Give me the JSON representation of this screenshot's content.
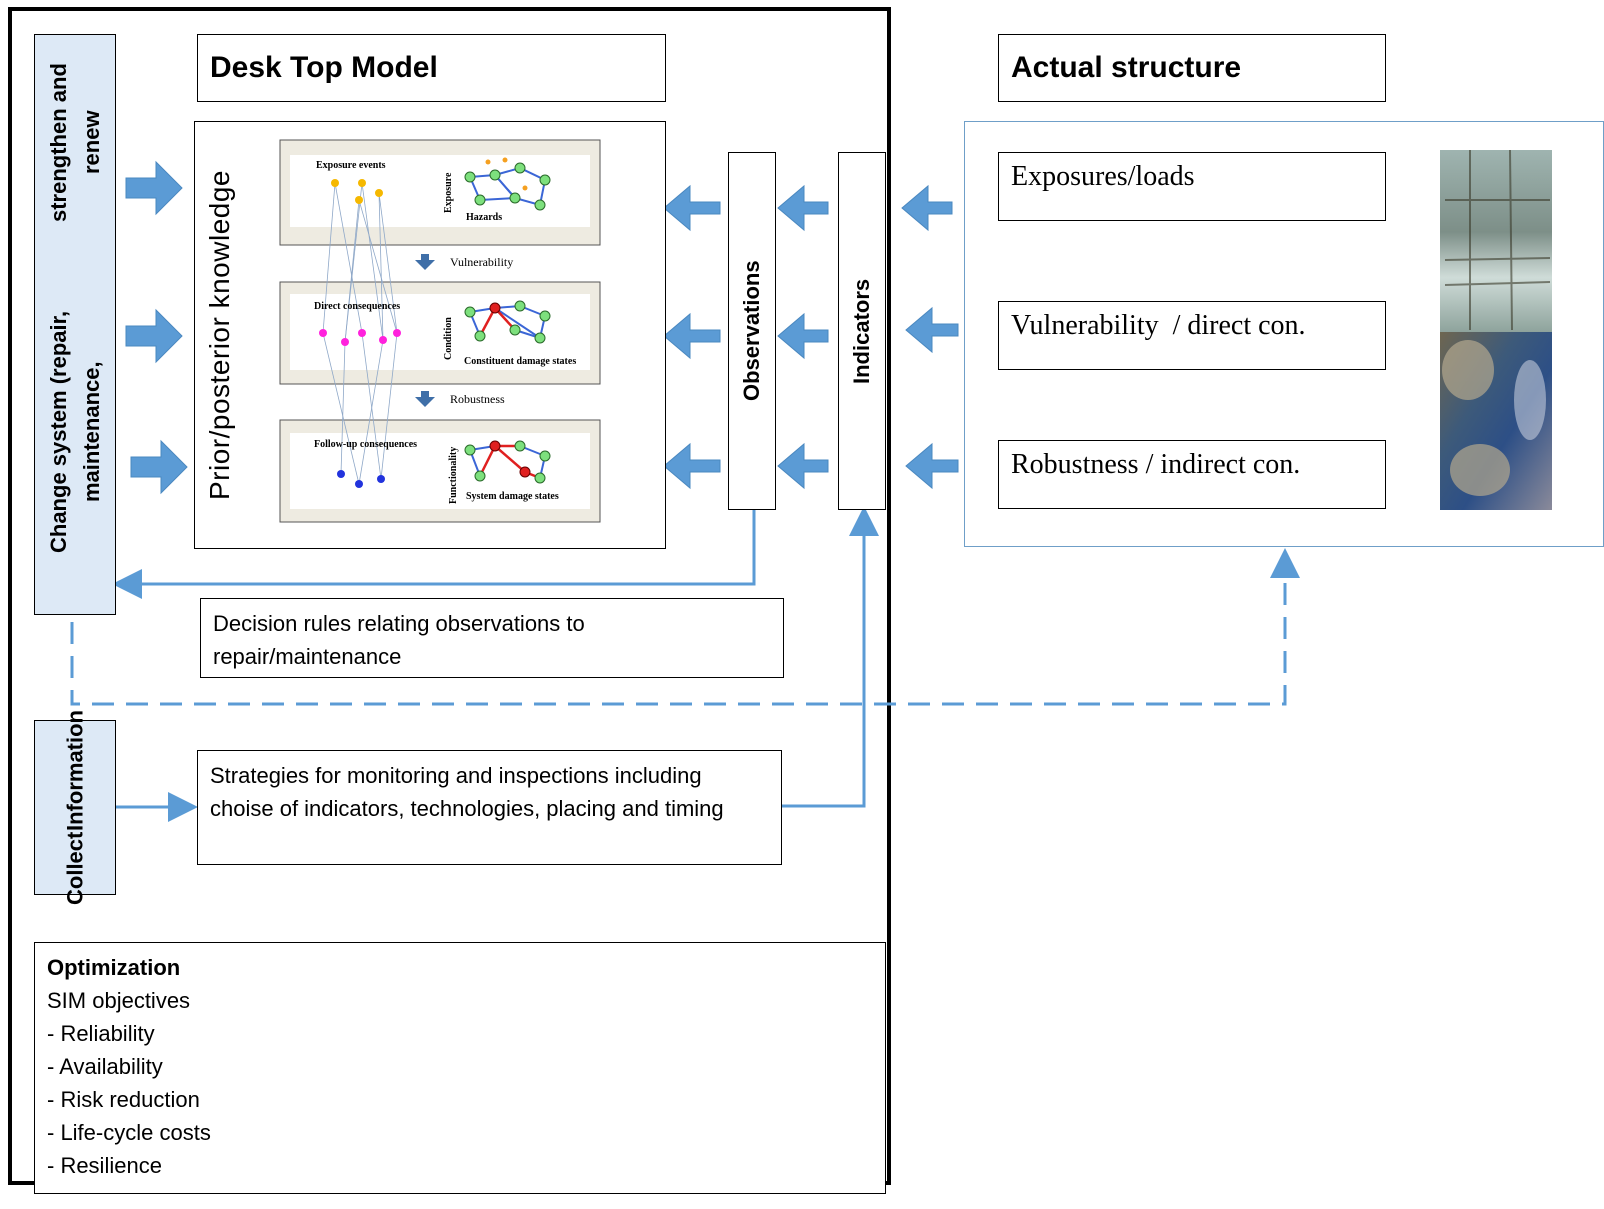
{
  "desk_top_model": {
    "title": "Desk Top Model"
  },
  "actual_structure": {
    "title": "Actual structure",
    "items": [
      "Exposures/loads",
      "Vulnerability  / direct con.",
      "Robustness / indirect con."
    ]
  },
  "change_system": {
    "label_line1": "Change system (repair, maintenance,",
    "label_line2": "strengthen and renew"
  },
  "collect_information": {
    "label_line1": "Collect",
    "label_line2": "Information"
  },
  "prior_posterior": {
    "label": "Prior/posterior knowledge"
  },
  "observations": {
    "label": "Observations"
  },
  "indicators": {
    "label": "Indicators"
  },
  "network_panels": {
    "panel1": {
      "left_label": "Exposure events",
      "side_label": "Exposure",
      "bottom_label": "Hazards"
    },
    "between1": "Vulnerability",
    "panel2": {
      "left_label": "Direct consequences",
      "side_label": "Condition",
      "bottom_label": "Constituent damage states"
    },
    "between2": "Robustness",
    "panel3": {
      "left_label": "Follow-up consequences",
      "side_label": "Functionality",
      "bottom_label": "System damage states"
    }
  },
  "decision_rules": {
    "text": "Decision rules relating observations  to repair/maintenance"
  },
  "strategies": {
    "text": "Strategies for monitoring and inspections including choise of indicators, technologies, placing and timing"
  },
  "optimization": {
    "title": "Optimization",
    "subtitle": "SIM objectives",
    "items": [
      "- Reliability",
      "- Availability",
      "- Risk reduction",
      "- Life-cycle costs",
      "- Resilience"
    ]
  },
  "colors": {
    "arrow": "#5b9bd5",
    "sidebar_fill": "#dde9f6",
    "panel_fill": "#eeebe1"
  }
}
